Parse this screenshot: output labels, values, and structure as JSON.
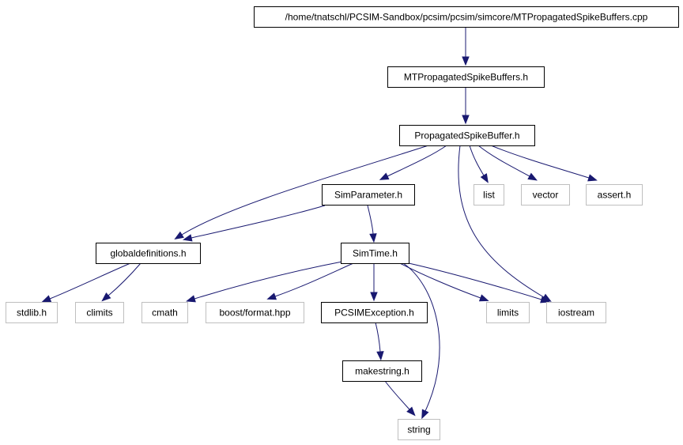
{
  "graph": {
    "nodes": [
      {
        "id": "root",
        "label": "/home/tnatschl/PCSIM-Sandbox/pcsim/pcsim/simcore/MTPropagatedSpikeBuffers.cpp",
        "style": "root"
      },
      {
        "id": "mtpsb",
        "label": "MTPropagatedSpikeBuffers.h",
        "style": "documented"
      },
      {
        "id": "psb",
        "label": "PropagatedSpikeBuffer.h",
        "style": "documented"
      },
      {
        "id": "simparam",
        "label": "SimParameter.h",
        "style": "documented"
      },
      {
        "id": "list",
        "label": "list",
        "style": "external"
      },
      {
        "id": "vector",
        "label": "vector",
        "style": "external"
      },
      {
        "id": "assert",
        "label": "assert.h",
        "style": "external"
      },
      {
        "id": "globaldef",
        "label": "globaldefinitions.h",
        "style": "documented"
      },
      {
        "id": "simtime",
        "label": "SimTime.h",
        "style": "documented"
      },
      {
        "id": "stdlib",
        "label": "stdlib.h",
        "style": "external"
      },
      {
        "id": "climits",
        "label": "climits",
        "style": "external"
      },
      {
        "id": "cmath",
        "label": "cmath",
        "style": "external"
      },
      {
        "id": "boostformat",
        "label": "boost/format.hpp",
        "style": "external"
      },
      {
        "id": "pcsimexc",
        "label": "PCSIMException.h",
        "style": "documented"
      },
      {
        "id": "limits",
        "label": "limits",
        "style": "external"
      },
      {
        "id": "iostream",
        "label": "iostream",
        "style": "external"
      },
      {
        "id": "makestring",
        "label": "makestring.h",
        "style": "documented"
      },
      {
        "id": "string",
        "label": "string",
        "style": "external"
      }
    ],
    "edges": [
      {
        "from": "root",
        "to": "mtpsb"
      },
      {
        "from": "mtpsb",
        "to": "psb"
      },
      {
        "from": "psb",
        "to": "simparam"
      },
      {
        "from": "psb",
        "to": "globaldef"
      },
      {
        "from": "psb",
        "to": "list"
      },
      {
        "from": "psb",
        "to": "vector"
      },
      {
        "from": "psb",
        "to": "assert"
      },
      {
        "from": "psb",
        "to": "iostream"
      },
      {
        "from": "simparam",
        "to": "globaldef"
      },
      {
        "from": "simparam",
        "to": "simtime"
      },
      {
        "from": "globaldef",
        "to": "stdlib"
      },
      {
        "from": "globaldef",
        "to": "climits"
      },
      {
        "from": "simtime",
        "to": "cmath"
      },
      {
        "from": "simtime",
        "to": "boostformat"
      },
      {
        "from": "simtime",
        "to": "pcsimexc"
      },
      {
        "from": "simtime",
        "to": "limits"
      },
      {
        "from": "simtime",
        "to": "iostream"
      },
      {
        "from": "simtime",
        "to": "string"
      },
      {
        "from": "pcsimexc",
        "to": "makestring"
      },
      {
        "from": "makestring",
        "to": "string"
      }
    ],
    "colors": {
      "edge": "#191970",
      "root_fill": "#bfbfbf",
      "documented_border": "#000000",
      "external_border": "#bfbfbf",
      "text": "#000000"
    }
  }
}
